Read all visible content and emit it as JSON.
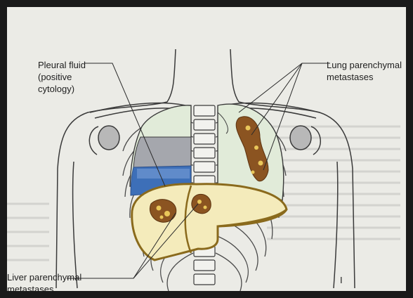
{
  "labels": {
    "pleural_fluid": [
      "Pleural fluid",
      "(positive",
      "cytology)"
    ],
    "lung_mets": [
      "Lung parenchymal",
      "metastases"
    ],
    "liver_mets": [
      "Liver parenchymal",
      "metastases"
    ],
    "page_mark": "I"
  },
  "colors": {
    "border": "#1a1a1a",
    "page": "#ebebe6",
    "background_text": "#cfcfcb",
    "outline": "#3a3a3a",
    "lung_fill": "#e1ebd9",
    "pleural_effusion_gray": "#a5a7ad",
    "pleural_effusion_blue": "#3d6fb8",
    "liver_fill": "#f4ebbb",
    "liver_outline": "#8a6a1c",
    "metastasis_brown": "#8b5421",
    "metastasis_yellow": "#e9c75a"
  }
}
